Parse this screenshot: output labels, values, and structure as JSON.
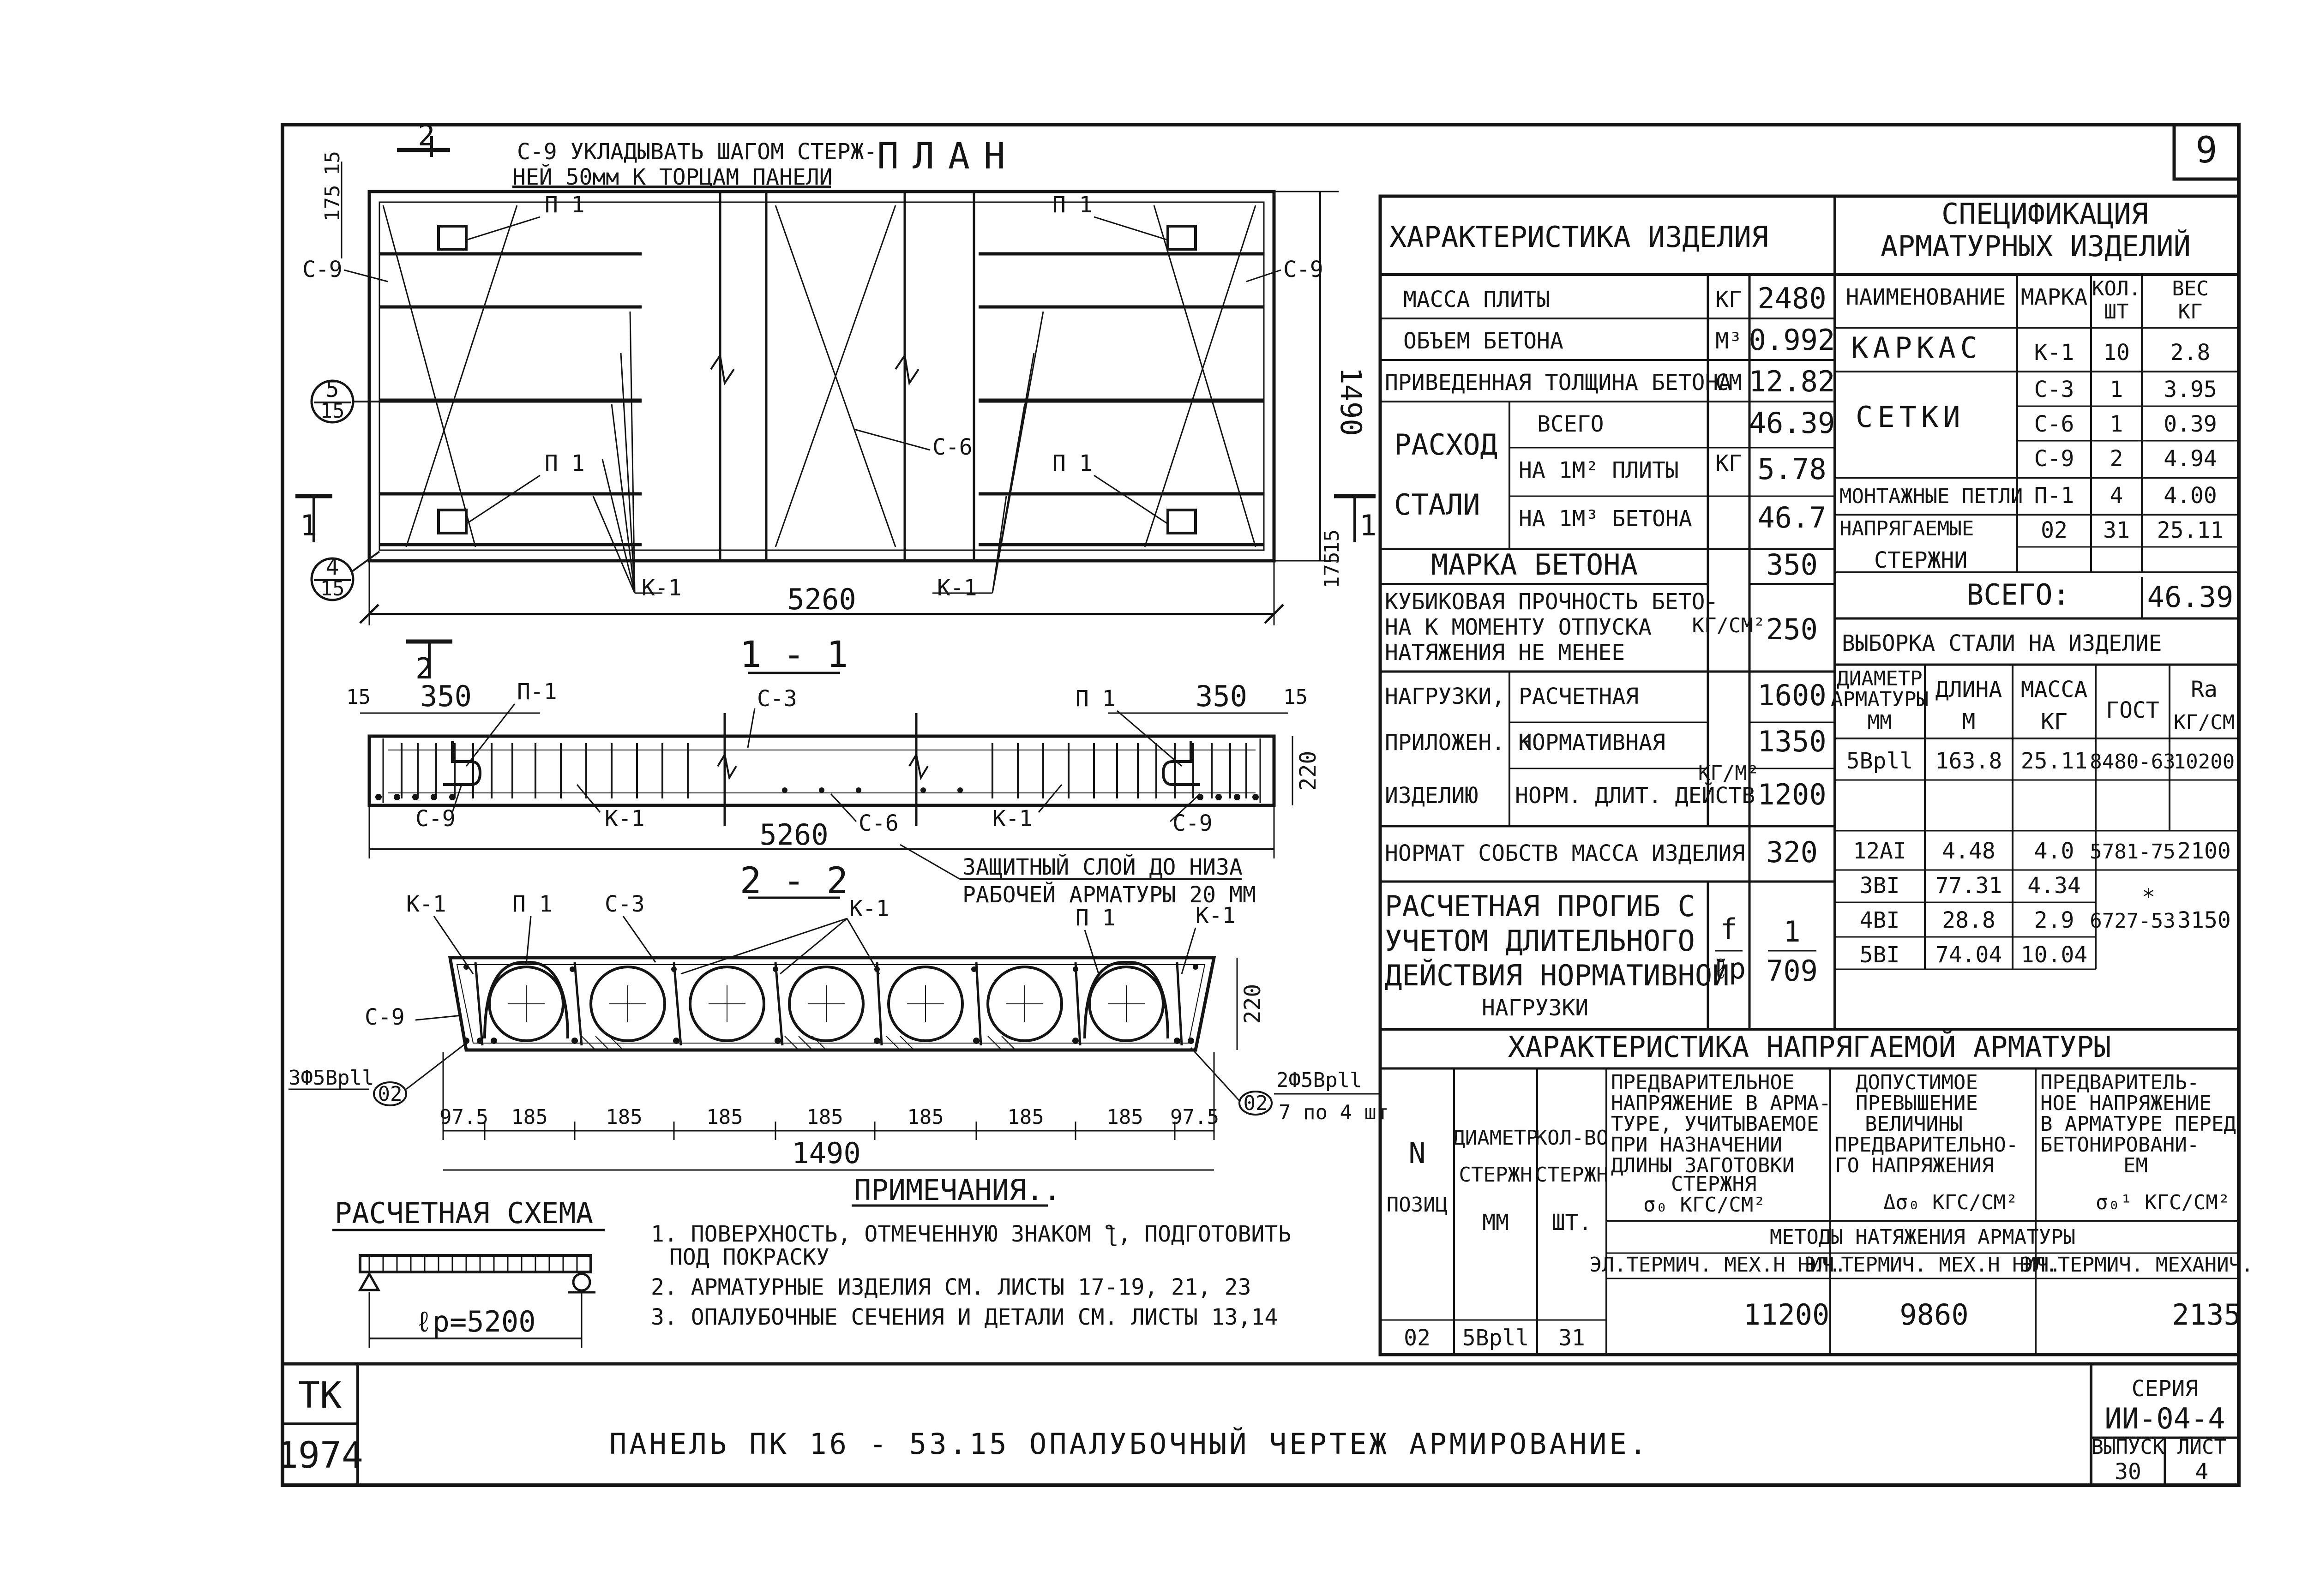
{
  "sheet_number": "9",
  "plan": {
    "title": "ПЛАН",
    "note": "С-9 УКЛАДЫВАТЬ ШАГОМ СТЕРЖ-НЕЙ 50мм К ТОРЦАМ ПАНЕЛИ",
    "note_l1": "С-9 УКЛАДЫВАТЬ ШАГОМ СТЕРЖ-",
    "note_l2": "НЕЙ 50мм К ТОРЦАМ ПАНЕЛИ",
    "length": "5260",
    "width": "1490",
    "dim_15_top": "15",
    "dim_175_top": "175",
    "dim_15_bot": "15",
    "dim_175_bot": "175",
    "labels": {
      "p1": "П 1",
      "c9": "С-9",
      "c6": "С-6",
      "k1": "К-1"
    },
    "sections": {
      "s2": "2",
      "s1": "1"
    },
    "callout_5": "5",
    "callout_4": "4",
    "callout_15": "15"
  },
  "section_1_1": {
    "title": "1 - 1",
    "d350": "350",
    "d15": "15",
    "length": "5260",
    "height": "220",
    "labels": {
      "p1": "П-1",
      "p1b": "П 1",
      "c3": "С-3",
      "c9": "С-9",
      "c6": "С-6",
      "k1": "К-1"
    },
    "cover_note_l1": "ЗАЩИТНЫЙ СЛОЙ ДО НИЗА",
    "cover_note_l2": "РАБОЧЕЙ АРМАТУРЫ 20 ММ"
  },
  "section_2_2": {
    "title": "2 - 2",
    "labels": {
      "k1": "К-1",
      "p1": "П 1",
      "c3": "С-3",
      "c9": "С-9"
    },
    "left_bars": "3Ф5Врll",
    "right_bars": "2Ф5Врll",
    "right_bars_2": "7 по 4 шт",
    "pos": "02",
    "height": "220",
    "pitches": [
      "97.5",
      "185",
      "185",
      "185",
      "185",
      "185",
      "185",
      "185",
      "97.5"
    ],
    "width": "1490"
  },
  "calc_scheme": {
    "title": "РАСЧЕТНАЯ СХЕМА",
    "span": "ℓр=5200"
  },
  "notes": {
    "title": "ПРИМЕЧАНИЯ..",
    "items": [
      "1. ПОВЕРХНОСТЬ, ОТМЕЧЕННУЮ ЗНАКОМ ƪ, ПОДГОТОВИТЬ",
      "ПОД ПОКРАСКУ",
      "2. АРМАТУРНЫЕ ИЗДЕЛИЯ СМ. ЛИСТЫ 17-19, 21, 23",
      "3. ОПАЛУБОЧНЫЕ СЕЧЕНИЯ И ДЕТАЛИ СМ. ЛИСТЫ 13,14"
    ]
  },
  "product": {
    "title": "ХАРАКТЕРИСТИКА ИЗДЕЛИЯ",
    "rows": [
      {
        "name": "МАССА ПЛИТЫ",
        "unit": "КГ",
        "value": "2480"
      },
      {
        "name": "ОБЪЕМ БЕТОНА",
        "unit": "М³",
        "value": "0.992"
      },
      {
        "name": "ПРИВЕДЕННАЯ ТОЛЩИНА БЕТОНА",
        "unit": "СМ",
        "value": "12.82"
      }
    ],
    "steel": {
      "label1": "РАСХОД",
      "label2": "СТАЛИ",
      "unit": "КГ",
      "rows": [
        {
          "name": "ВСЕГО",
          "value": "46.39"
        },
        {
          "name": "НА 1М² ПЛИТЫ",
          "value": "5.78"
        },
        {
          "name": "НА 1М³ БЕТОНА",
          "value": "46.7"
        }
      ]
    },
    "grade": {
      "name": "МАРКА БЕТОНА",
      "value": "350"
    },
    "strength": {
      "l1": "КУБИКОВАЯ ПРОЧНОСТЬ БЕТО-",
      "l2": "НА К МОМЕНТУ ОТПУСКА",
      "l3": "НАТЯЖЕНИЯ НЕ МЕНЕЕ",
      "unit": "КГ/СМ²",
      "value": "250"
    },
    "loads": {
      "l1": "НАГРУЗКИ,",
      "l2": "ПРИЛОЖЕН. К",
      "l3": "ИЗДЕЛИЮ",
      "unit": "КГ/М²",
      "rows": [
        {
          "name": "РАСЧЕТНАЯ",
          "value": "1600"
        },
        {
          "name": "НОРМАТИВНАЯ",
          "value": "1350"
        },
        {
          "name": "НОРМ. ДЛИТ. ДЕЙСТВ",
          "value": "1200"
        }
      ]
    },
    "self_weight": {
      "name": "НОРМАТ СОБСТВ МАССА ИЗДЕЛИЯ",
      "value": "320"
    },
    "deflection": {
      "l1": "РАСЧЕТНАЯ ПРОГИБ С",
      "l2": "УЧЕТОМ ДЛИТЕЛЬНОГО",
      "l3": "ДЕЙСТВИЯ НОРМАТИВНОЙ",
      "l4": "НАГРУЗКИ",
      "unit_num": "f",
      "unit_den": "ℓр",
      "value_num": "1",
      "value_den": "709"
    }
  },
  "spec": {
    "title_l1": "СПЕЦИФИКАЦИЯ",
    "title_l2": "АРМАТУРНЫХ ИЗДЕЛИЙ",
    "headers": [
      "НАИМЕНОВАНИЕ",
      "МАРКА",
      "КОЛ. ШТ",
      "ВЕС КГ"
    ],
    "h_qty_1": "КОЛ.",
    "h_qty_2": "ШТ",
    "h_w_1": "ВЕС",
    "h_w_2": "КГ",
    "frame": {
      "name": "КАРКАС",
      "mark": "К-1",
      "qty": "10",
      "weight": "2.8"
    },
    "meshes": {
      "name": "СЕТКИ",
      "rows": [
        {
          "mark": "С-3",
          "qty": "1",
          "weight": "3.95"
        },
        {
          "mark": "С-6",
          "qty": "1",
          "weight": "0.39"
        },
        {
          "mark": "С-9",
          "qty": "2",
          "weight": "4.94"
        }
      ]
    },
    "loops": {
      "name": "МОНТАЖНЫЕ ПЕТЛИ",
      "mark": "П-1",
      "qty": "4",
      "weight": "4.00"
    },
    "tendons": {
      "name1": "НАПРЯГАЕМЫЕ",
      "name2": "СТЕРЖНИ",
      "mark": "02",
      "qty": "31",
      "weight": "25.11"
    },
    "total": {
      "label": "ВСЕГО:",
      "value": "46.39"
    }
  },
  "steel_sel": {
    "title": "ВЫБОРКА СТАЛИ НА ИЗДЕЛИЕ",
    "h_dia_1": "ДИАМЕТР",
    "h_dia_2": "АРМАТУРЫ",
    "h_dia_3": "ММ",
    "h_len_1": "ДЛИНА",
    "h_len_2": "М",
    "h_mass_1": "МАССА",
    "h_mass_2": "КГ",
    "h_gost": "ГОСТ",
    "h_ra_1": "Ra",
    "h_ra_2": "КГ/СМ",
    "rows": [
      {
        "dia": "5Врll",
        "len": "163.8",
        "mass": "25.11",
        "gost": "8480-63",
        "ra": "10200"
      },
      {
        "dia": "12AI",
        "len": "4.48",
        "mass": "4.0",
        "gost": "5781-75",
        "ra": "2100"
      },
      {
        "dia": "3BI",
        "len": "77.31",
        "mass": "4.34",
        "gost": "6727-53",
        "ra": "3150"
      },
      {
        "dia": "4BI",
        "len": "28.8",
        "mass": "2.9",
        "gost": "",
        "ra": ""
      },
      {
        "dia": "5BI",
        "len": "74.04",
        "mass": "10.04",
        "gost": "",
        "ra": ""
      }
    ],
    "asterisk": "*"
  },
  "prestress": {
    "title": "ХАРАКТЕРИСТИКА НАПРЯГАЕМОЙ АРМАТУРЫ",
    "h_pos_1": "N",
    "h_pos_2": "ПОЗИЦ",
    "h_dia_1": "ДИАМЕТР",
    "h_dia_2": "СТЕРЖН",
    "h_dia_3": "ММ",
    "h_qty_1": "КОЛ-ВО",
    "h_qty_2": "СТЕРЖН",
    "h_qty_3": "ШТ.",
    "h_a": [
      "ПРЕДВАРИТЕЛЬНОЕ",
      "НАПРЯЖЕНИЕ В АРМА-",
      "ТУРЕ, УЧИТЫВАЕМОЕ",
      "ПРИ НАЗНАЧЕНИИ",
      "ДЛИНЫ ЗАГОТОВКИ",
      "СТЕРЖНЯ",
      "σ₀ КГС/СМ²"
    ],
    "h_b": [
      "ДОПУСТИМОЕ",
      "ПРЕВЫШЕНИЕ",
      "ВЕЛИЧИНЫ",
      "ПРЕДВАРИТЕЛЬНО-",
      "ГО НАПРЯЖЕНИЯ",
      "Δσ₀ КГС/СМ²"
    ],
    "h_c": [
      "ПРЕДВАРИТЕЛЬ-",
      "НОЕ НАПРЯЖЕНИЕ",
      "В АРМАТУРЕ ПЕРЕД",
      "БЕТОНИРОВАНИ-",
      "ЕМ",
      "σ₀¹ КГС/СМ²"
    ],
    "methods": "МЕТОДЫ НАТЯЖЕНИЯ АРМАТУРЫ",
    "method_cols": [
      "ЭЛ.ТЕРМИЧ. МЕХ.Н НИЧ.",
      "ЭЛ.ТЕРМИЧ. МЕХ.Н НИЧ.",
      "ЭЛ.ТЕРМИЧ. МЕХАНИЧ."
    ],
    "row": {
      "pos": "02",
      "dia": "5Врll",
      "qty": "31",
      "a": "11200",
      "b": "9860",
      "c": "2135"
    }
  },
  "title_block": {
    "org": "ТК",
    "year": "1974",
    "title": "ПАНЕЛЬ ПК 16 - 53.15 ОПАЛУБОЧНЫЙ ЧЕРТЕЖ АРМИРОВАНИЕ.",
    "series_label": "СЕРИЯ",
    "series": "ИИ-04-4",
    "issue_label": "ВЫПУСК",
    "issue": "30",
    "sheet_label": "ЛИСТ",
    "sheet": "4"
  }
}
